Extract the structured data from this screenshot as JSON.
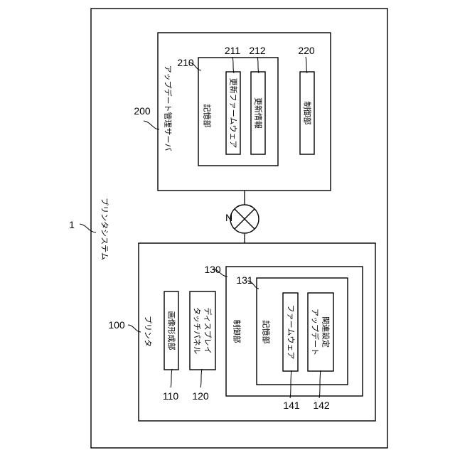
{
  "system": {
    "number": "1",
    "label": "プリンタシステム"
  },
  "network": {
    "label": "N"
  },
  "server": {
    "number": "200",
    "label": "アップデート管理サーバ",
    "storage": {
      "number": "210",
      "label": "記憶部",
      "firmware": {
        "number": "211",
        "label": "更新ファームウェア"
      },
      "update_info": {
        "number": "212",
        "label": "更新情報"
      }
    },
    "control": {
      "number": "220",
      "label": "制御部"
    }
  },
  "printer": {
    "number": "100",
    "label": "プリンタ",
    "image_forming": {
      "number": "110",
      "label": "画像形成部"
    },
    "touch_panel": {
      "number": "120",
      "label_line1": "タッチパネル",
      "label_line2": "ディスプレイ"
    },
    "control": {
      "number": "130",
      "label": "制御部",
      "storage": {
        "number": "131",
        "label": "記憶部",
        "firmware": {
          "number": "141",
          "label": "ファームウェア"
        },
        "settings": {
          "number": "142",
          "label_line1": "アップデート",
          "label_line2": "関連設定"
        }
      }
    }
  }
}
